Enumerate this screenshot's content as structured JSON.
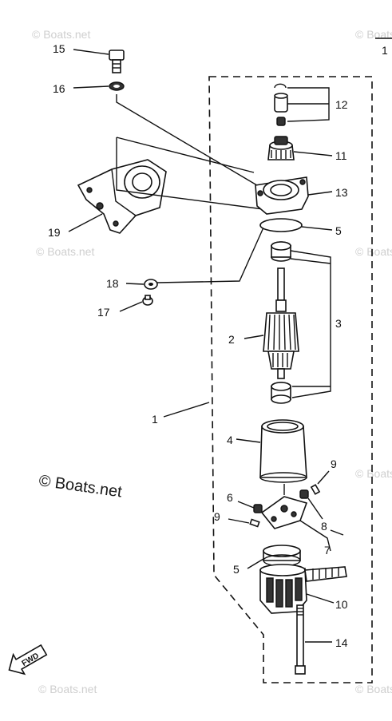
{
  "callouts": {
    "c15": "15",
    "c16": "16",
    "c12": "12",
    "c11": "11",
    "c13": "13",
    "c19": "19",
    "c5a": "5",
    "c18": "18",
    "c17": "17",
    "c3": "3",
    "c2": "2",
    "c1": "1",
    "c4": "4",
    "c9a": "9",
    "c6": "6",
    "c9b": "9",
    "c8": "8",
    "c7": "7",
    "c5b": "5",
    "c10": "10",
    "c14": "14"
  },
  "watermark": {
    "main": "© Boats.net",
    "faint": "© Boats.net"
  },
  "fwd_label": "FWD",
  "corner_mark": "1"
}
